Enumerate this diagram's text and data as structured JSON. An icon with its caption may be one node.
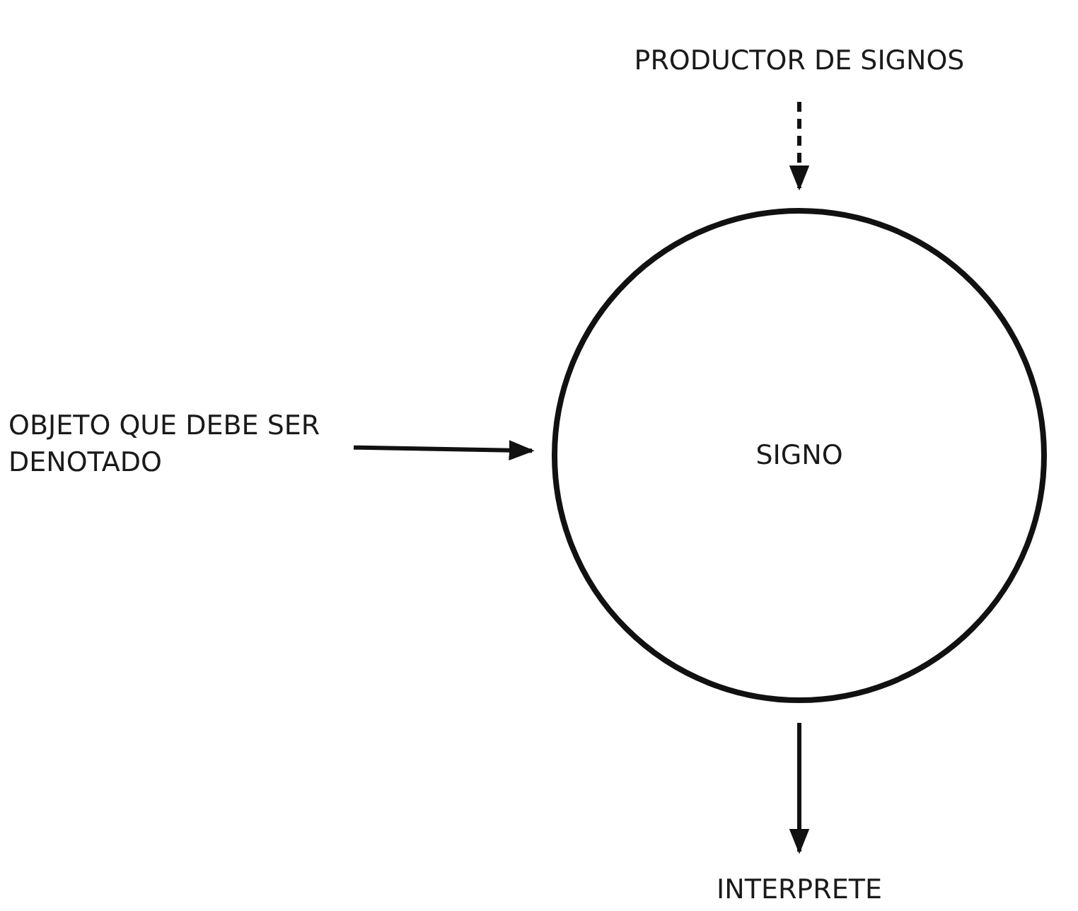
{
  "diagram": {
    "nodes": [
      {
        "text": [
          "SIGNO"
        ]
      },
      {
        "text": [
          "PRODUCTOR DE SIGNOS"
        ]
      },
      {
        "text": [
          "OBJETO QUE DEBE SER DENOTADO"
        ]
      },
      {
        "text": [
          "INTERPRETE"
        ]
      }
    ],
    "edges": [
      {
        "from": 1,
        "to": 0,
        "arrow": "to",
        "style": "dashed"
      },
      {
        "from": 2,
        "to": 0,
        "arrow": "to"
      },
      {
        "from": 0,
        "to": 3,
        "arrow": "to"
      }
    ]
  }
}
